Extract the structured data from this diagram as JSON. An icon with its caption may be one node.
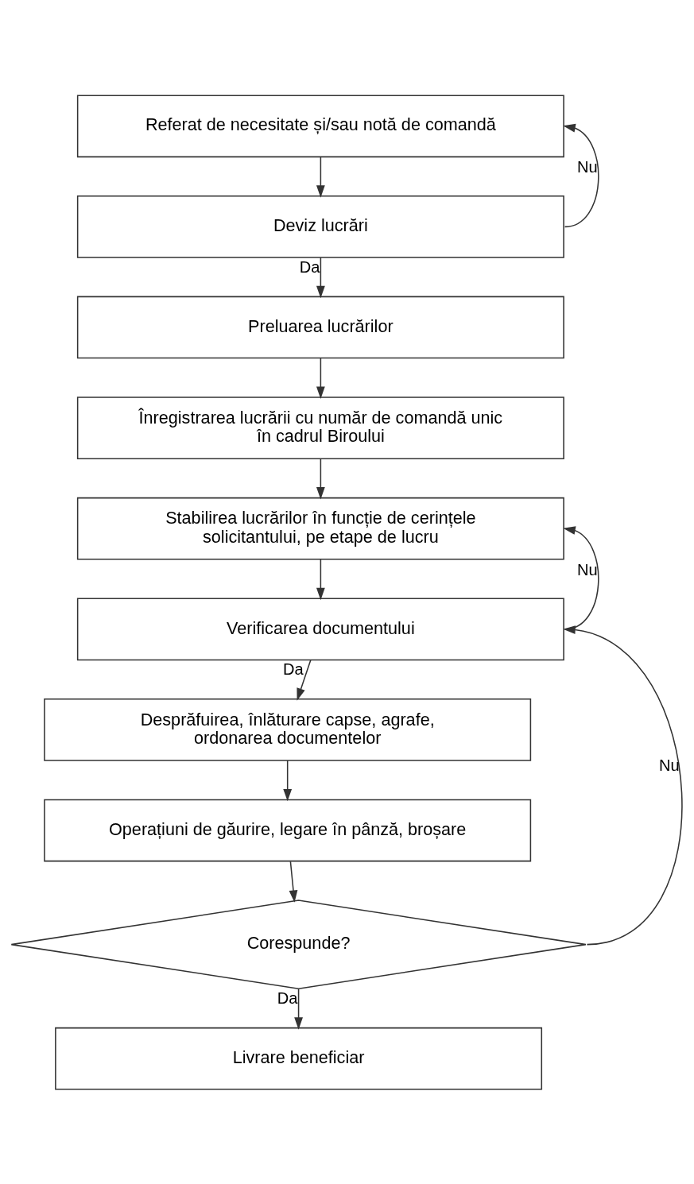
{
  "diagram": {
    "nodes": [
      {
        "text": [
          "Referat de necesitate și/sau notă de comandă"
        ]
      },
      {
        "text": [
          "Deviz lucrări"
        ]
      },
      {
        "text": [
          "Preluarea lucrărilor"
        ]
      },
      {
        "text": [
          "Înregistrarea lucrării cu număr de comandă unic în cadrul Biroului"
        ]
      },
      {
        "text": [
          "Stabilirea lucrărilor în funcție de cerințele solicitantului, pe etape de lucru"
        ]
      },
      {
        "text": [
          "Verificarea documentului"
        ]
      },
      {
        "text": [
          "Desprăfuirea, înlăturare capse, agrafe, ordonarea documentelor"
        ]
      },
      {
        "text": [
          "Operațiuni de găurire, legare în pânză, broșare"
        ]
      },
      {
        "text": [
          "Corespunde?"
        ]
      },
      {
        "text": [
          "Livrare beneficiar"
        ]
      }
    ],
    "edges": [
      {
        "from": 0,
        "to": 1,
        "arrow": "to"
      },
      {
        "from": 1,
        "to": 2,
        "arrow": "to",
        "label": "Da"
      },
      {
        "from": 1,
        "to": 0,
        "arrow": "to",
        "label": "Nu"
      },
      {
        "from": 2,
        "to": 3,
        "arrow": "to"
      },
      {
        "from": 3,
        "to": 4,
        "arrow": "to"
      },
      {
        "from": 4,
        "to": 5,
        "arrow": "to"
      },
      {
        "from": 5,
        "to": 6,
        "arrow": "to",
        "label": "Da"
      },
      {
        "from": 5,
        "to": 4,
        "arrow": "to",
        "label": "Nu"
      },
      {
        "from": 6,
        "to": 7,
        "arrow": "to"
      },
      {
        "from": 7,
        "to": 8,
        "arrow": "to"
      },
      {
        "from": 8,
        "to": 9,
        "arrow": "to",
        "label": "Da"
      },
      {
        "from": 8,
        "to": 5,
        "arrow": "to",
        "label": "Nu"
      }
    ]
  }
}
